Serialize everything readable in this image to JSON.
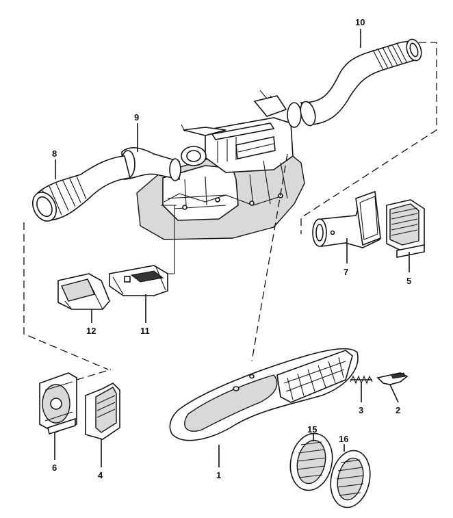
{
  "labels": {
    "p1": "1",
    "p2": "2",
    "p3": "3",
    "p4": "4",
    "p5": "5",
    "p6": "6",
    "p7": "7",
    "p8": "8",
    "p9": "9",
    "p10": "10",
    "p11": "11",
    "p12": "12",
    "p15": "15",
    "p16": "16"
  }
}
